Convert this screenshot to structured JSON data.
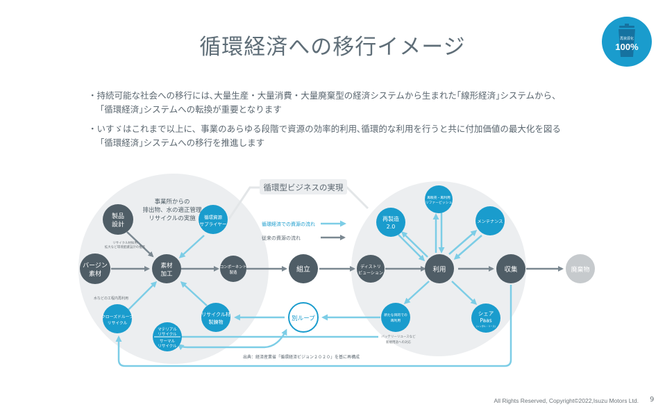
{
  "page": {
    "title": "循環経済への移行イメージ",
    "badge": {
      "icon": "trash-bin-icon",
      "label": "再資源化",
      "value": "100%"
    },
    "bullets": [
      {
        "line1": "・持続可能な社会への移行には､大量生産・大量消費・大量廃棄型の経済システムから生まれた｢線形経済｣システムから、",
        "line2": "｢循環経済｣システムへの転換が重要となります"
      },
      {
        "line1": "・いすゞはこれまで以上に、事業のあらゆる段階で資源の効率的利用､循環的な利用を行うと共に付加価値の最大化を図る",
        "line2": "｢循環経済｣システムへの移行を推進します"
      }
    ],
    "footer": {
      "copyright": "All Rights Reserved, Copyright©2022,Isuzu Motors Ltd.",
      "page_number": "9"
    }
  },
  "diagram": {
    "colors": {
      "circular": "#1a9ccd",
      "linear": "#4f5d66",
      "flow_light": "#7ccde6",
      "flow_gray": "#7a8790",
      "bg_circle": "#eceef0",
      "waste": "#c6cacd"
    },
    "header_box": "循環型ビジネスの実現",
    "left_circle_caption": [
      "事業所からの",
      "排出物、水の適正管理",
      "リサイクルの実施"
    ],
    "legend": {
      "circular": "循環経済での資源の流れ",
      "linear": "従来の資源の流れ"
    },
    "nodes": {
      "product_design": [
        "製品",
        "設計"
      ],
      "circular_supplier": [
        "循環資源",
        "サプライヤー"
      ],
      "virgin_material": [
        "バージン",
        "素材"
      ],
      "material_processing": [
        "素材",
        "加工"
      ],
      "component_mfg": [
        "コンポーネント",
        "製造"
      ],
      "assembly": [
        "組立"
      ],
      "distribution": [
        "ディストリ",
        "ビューション"
      ],
      "use": [
        "利用"
      ],
      "collection": [
        "収集"
      ],
      "waste": [
        "廃棄物"
      ],
      "closed_loop": [
        "クローズドループ",
        "リサイクル"
      ],
      "recycled_material": [
        "リサイクル材",
        "製錬物"
      ],
      "material_recycle": [
        "マテリアル",
        "リサイクル"
      ],
      "thermal_recycle": [
        "サーマル",
        "リサイクル"
      ],
      "remanufacture": [
        "再製造",
        "2.0"
      ],
      "resale": [
        "再販売・再利用",
        "リファービッシュ"
      ],
      "maintenance": [
        "メンテナンス"
      ],
      "share": [
        "シェア",
        "Paas",
        "(レンタル・リース)"
      ],
      "new_use": [
        "新たな目的での",
        "再利用"
      ],
      "other_loop": [
        "別ループ"
      ]
    },
    "notes": {
      "design_note": [
        "リサイクル材採用",
        "拡大など環境配慮設計の推進"
      ],
      "water_note": "水などの工程内再利用",
      "battery_note": [
        "バッテリーリユースなど",
        "新規用途への対応"
      ],
      "source": "出典：経済産業省「循環経済ビジョン２０２０」を基に再構成"
    }
  }
}
